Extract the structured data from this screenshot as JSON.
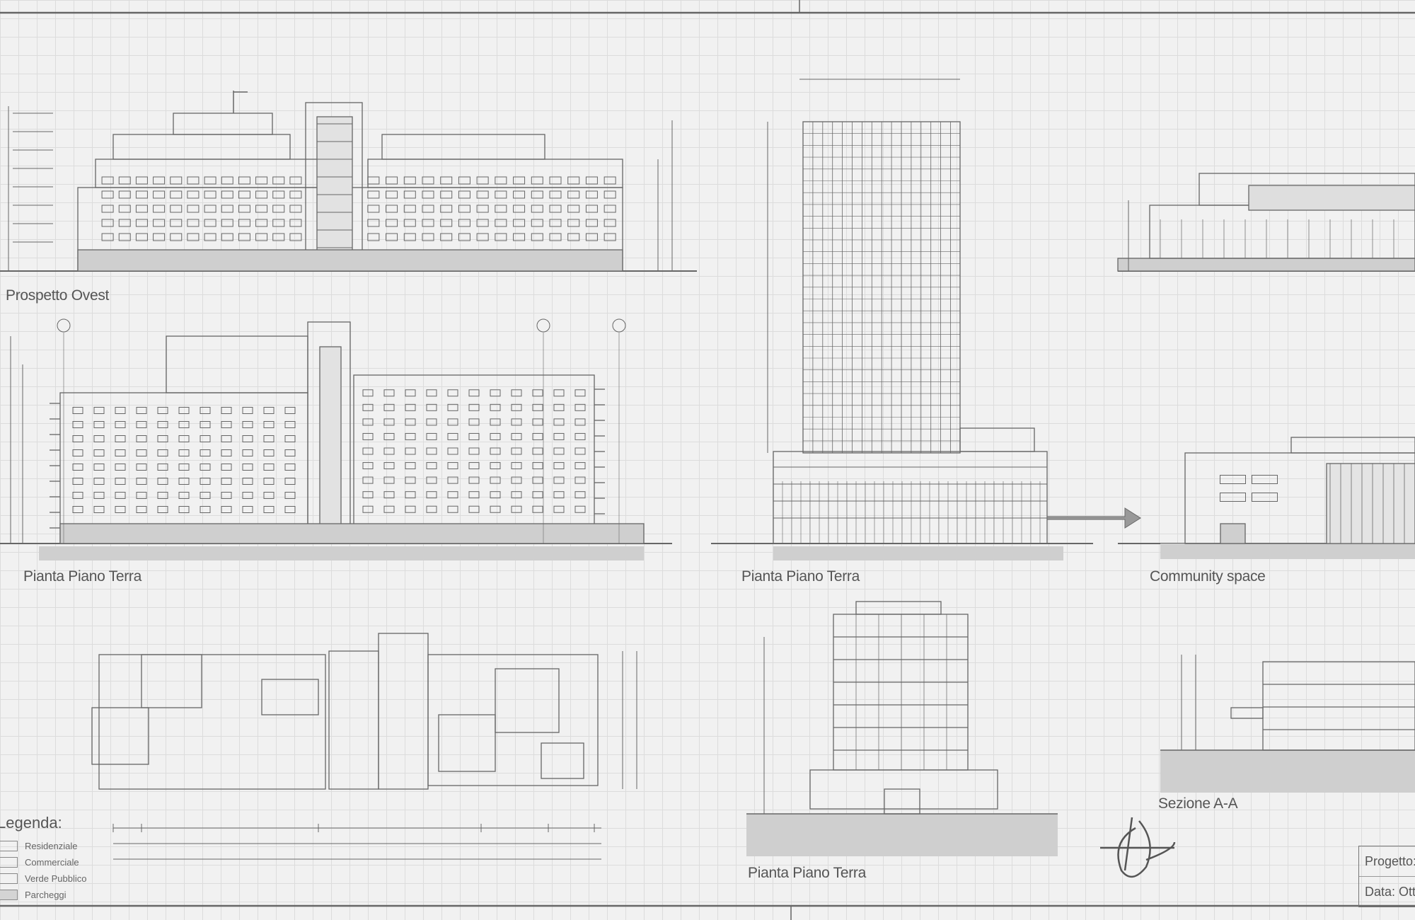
{
  "labels": {
    "prospetto_ovest": "Prospetto Ovest",
    "pianta_1": "Pianta Piano Terra",
    "pianta_2": "Pianta Piano Terra",
    "community": "Community space",
    "pianta_3": "Pianta Piano Terra",
    "sezione": "Sezione A-A"
  },
  "legend": {
    "title": "Legenda:",
    "items": [
      "Residenziale",
      "Commerciale",
      "Verde Pubblico",
      "Parcheggi"
    ]
  },
  "title_block": {
    "project": "Progetto:",
    "date": "Data: Ott"
  },
  "colors": {
    "line": "#666666",
    "grid": "#dcdcdc",
    "paper": "#f1f1f1",
    "shade": "#cfcfcf"
  }
}
